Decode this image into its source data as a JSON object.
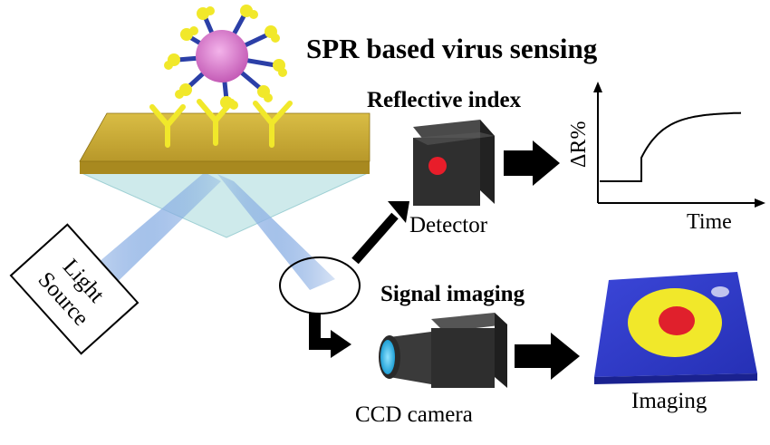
{
  "title": "SPR based virus sensing",
  "sections": {
    "reflective": "Reflective index",
    "imaging": "Signal imaging"
  },
  "labels": {
    "light_line1": "Light",
    "light_line2": "Source",
    "detector": "Detector",
    "ccd_camera": "CCD camera",
    "imaging_result": "Imaging"
  },
  "plot": {
    "ylabel": "ΔR%",
    "xlabel": "Time"
  },
  "colors": {
    "gold_film": "#c8a92e",
    "prism": "#bfe3e6",
    "light_beam": "#7fa6df",
    "virus": "#d975c9",
    "spike": "#2b3fa7",
    "antibody": "#f1e82a",
    "sensor_plate": "#2d37c8",
    "spot_outer": "#f1e82a",
    "spot_inner": "#e0202c"
  }
}
